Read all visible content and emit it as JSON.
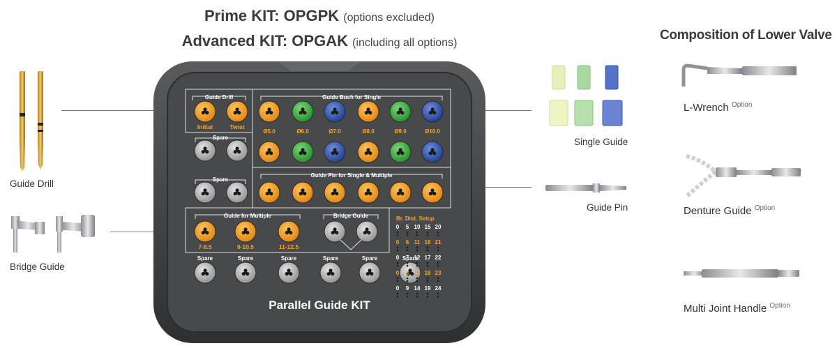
{
  "header": {
    "prime_kit": "Prime KIT: OPGPK",
    "prime_note": "(options excluded)",
    "advanced_kit": "Advanced KIT: OPGAK",
    "advanced_note": "(including all options)"
  },
  "composition": {
    "title": "Composition of Lower Valve",
    "items": [
      {
        "label": "L-Wrench",
        "tag": "Option"
      },
      {
        "label": "Denture Guide",
        "tag": "Option"
      },
      {
        "label": "Multi Joint Handle",
        "tag": "Option"
      }
    ]
  },
  "left_items": {
    "guide_drill": "Guide Drill",
    "bridge_guide": "Bridge Guide"
  },
  "right_items": {
    "single_guide": "Single Guide",
    "guide_pin": "Guide Pin"
  },
  "kit": {
    "name": "Parallel Guide KIT",
    "guide_drill": {
      "title": "Guide Drill",
      "labels": [
        "Initial",
        "Twist"
      ]
    },
    "spare_label": "Spare",
    "guide_bush": {
      "title": "Guide Bush for Single",
      "sizes": [
        "Ø5.0",
        "Ø6.0",
        "Ø7.0",
        "Ø8.0",
        "Ø9.0",
        "Ø10.0"
      ]
    },
    "guide_pin": {
      "title": "Guide Pin for Single & Multiple"
    },
    "guide_multiple": {
      "title": "Guide for Multiple",
      "labels": [
        "7-8.5",
        "9-10.5",
        "11-12.5"
      ]
    },
    "bridge_guide": {
      "title": "Bridge Guide"
    },
    "dist_setup": {
      "title": "Br. Dist. Setup",
      "rows": [
        {
          "values": [
            "0",
            "5",
            "10",
            "15",
            "20"
          ],
          "color": "white"
        },
        {
          "values": [
            "0",
            "6",
            "11",
            "16",
            "21"
          ],
          "color": "orange"
        },
        {
          "values": [
            "0",
            "7",
            "12",
            "17",
            "22"
          ],
          "color": "white"
        },
        {
          "values": [
            "0",
            "8",
            "13",
            "18",
            "23"
          ],
          "color": "orange"
        },
        {
          "values": [
            "0",
            "9",
            "14",
            "19",
            "24"
          ],
          "color": "white"
        }
      ]
    }
  },
  "colors": {
    "orange": "#f29a1a",
    "green": "#3aa93a",
    "blue": "#274a9e",
    "gray": "#a9a9a9",
    "tray_dark": "#3e3f41",
    "tray_mid": "#555658",
    "accent_text": "#f5a623"
  }
}
